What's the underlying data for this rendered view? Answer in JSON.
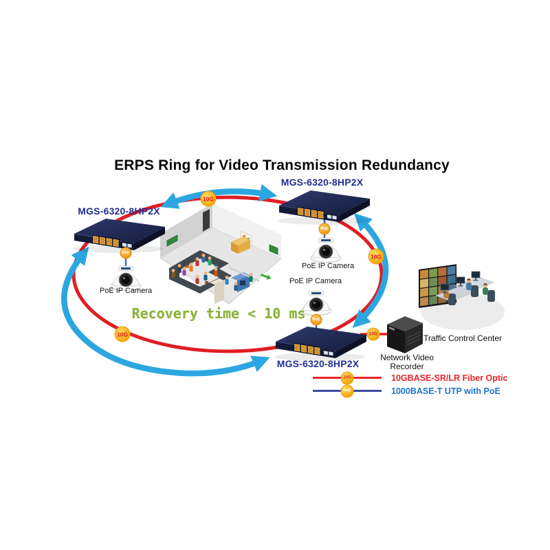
{
  "title": "ERPS Ring for Video Transmission Redundancy",
  "recovery_note": "Recovery time < 10 ms",
  "switches": [
    {
      "id": "left",
      "label": "MGS-6320-8HP2X"
    },
    {
      "id": "top",
      "label": "MGS-6320-8HP2X"
    },
    {
      "id": "bottom",
      "label": "MGS-6320-8HP2X"
    }
  ],
  "cameras": [
    {
      "id": "left",
      "label": "PoE IP Camera"
    },
    {
      "id": "top-right",
      "label": "PoE IP Camera"
    },
    {
      "id": "middle",
      "label": "PoE IP Camera"
    }
  ],
  "nvr": {
    "label": "Network Video Recorder"
  },
  "control_center": {
    "label": "Traffic Control Center"
  },
  "badges": {
    "ten_g": "10G",
    "poe": "PoE"
  },
  "legend": [
    {
      "badge": "10G",
      "label": "10GBASE-SR/LR Fiber Optic",
      "line_color": "#e8242c",
      "text_color": "#e8242c"
    },
    {
      "badge": "PoE",
      "label": "1000BASE-T UTP with PoE",
      "line_color": "#3b4aa1",
      "text_color": "#1e73d0"
    }
  ],
  "colors": {
    "fiber_ring_red": "#e01e24",
    "erps_arrow_blue": "#2ca6e0",
    "badge_orange": "#f7a80b",
    "switch_label_navy": "#212e96",
    "recovery_green": "#8db33c",
    "camera_link_blue": "#3f69b5"
  }
}
